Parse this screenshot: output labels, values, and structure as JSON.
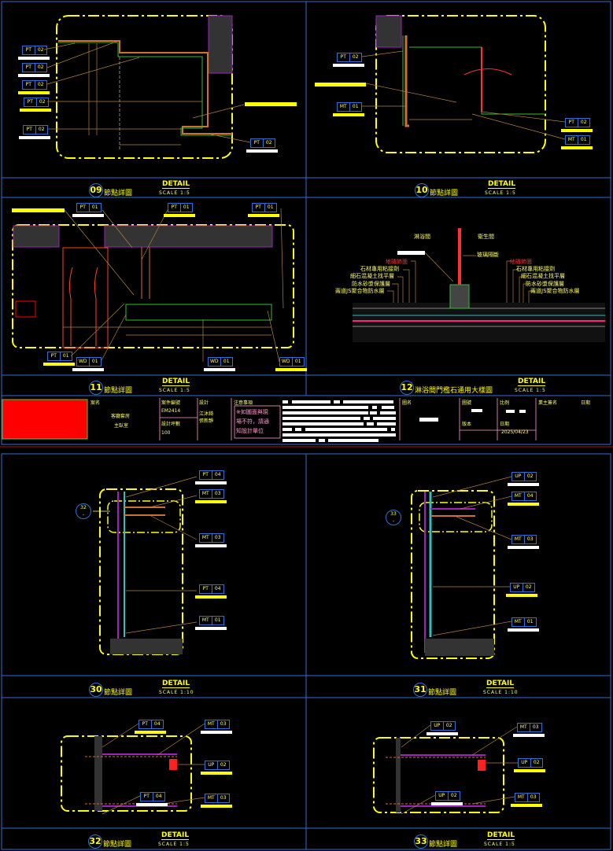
{
  "colors": {
    "background": "#000000",
    "frame": "#2f6fd6",
    "text": "#ffff00",
    "leader": "#b08040",
    "title_block": "#ff99cc",
    "logo_block": "#ff0000"
  },
  "details": [
    {
      "number": "09",
      "title": "節點詳圖",
      "detail": "DETAIL",
      "scale": "SCALE 1:5"
    },
    {
      "number": "10",
      "title": "節點詳圖",
      "detail": "DETAIL",
      "scale": "SCALE 1:5"
    },
    {
      "number": "11",
      "title": "節點詳圖",
      "detail": "DETAIL",
      "scale": "SCALE 1:5"
    },
    {
      "number": "12",
      "title": "淋浴間門檻石通用大樣圖",
      "detail": "DETAIL",
      "scale": "SCALE 1:5"
    },
    {
      "number": "30",
      "title": "節點詳圖",
      "detail": "DETAIL",
      "scale": "SCALE 1:10"
    },
    {
      "number": "31",
      "title": "節點詳圖",
      "detail": "DETAIL",
      "scale": "SCALE 1:10"
    },
    {
      "number": "32",
      "title": "節點詳圖",
      "detail": "DETAIL",
      "scale": "SCALE 1:5"
    },
    {
      "number": "33",
      "title": "節點詳圖",
      "detail": "DETAIL",
      "scale": "SCALE 1:5"
    }
  ],
  "tags": {
    "d09": [
      [
        "PT",
        "02"
      ],
      [
        "PT",
        "02"
      ],
      [
        "PT",
        "02"
      ],
      [
        "PT",
        "02"
      ],
      [
        "PT",
        "02"
      ],
      [
        "PT",
        "02"
      ]
    ],
    "d10": [
      [
        "PT",
        "02"
      ],
      [
        "MT",
        "01"
      ],
      [
        "PT",
        "02"
      ],
      [
        "MT",
        "01"
      ]
    ],
    "d11": [
      [
        "PT",
        "01"
      ],
      [
        "PT",
        "01"
      ],
      [
        "PT",
        "01"
      ],
      [
        "PT",
        "01"
      ],
      [
        "WD",
        "01"
      ],
      [
        "WD",
        "01"
      ],
      [
        "WD",
        "01"
      ]
    ],
    "d30": [
      [
        "PT",
        "04"
      ],
      [
        "MT",
        "03"
      ],
      [
        "MT",
        "03"
      ],
      [
        "PT",
        "04"
      ],
      [
        "MT",
        "01"
      ]
    ],
    "d31": [
      [
        "UP",
        "02"
      ],
      [
        "MT",
        "04"
      ],
      [
        "MT",
        "03"
      ],
      [
        "UP",
        "02"
      ],
      [
        "MT",
        "01"
      ]
    ],
    "d32": [
      [
        "PT",
        "04"
      ],
      [
        "MT",
        "03"
      ],
      [
        "UP",
        "02"
      ],
      [
        "PT",
        "04"
      ],
      [
        "MT",
        "03"
      ]
    ],
    "d33": [
      [
        "UP",
        "02"
      ],
      [
        "MT",
        "03"
      ],
      [
        "UP",
        "02"
      ],
      [
        "UP",
        "02"
      ],
      [
        "MT",
        "03"
      ]
    ]
  },
  "callouts": {
    "d30": {
      "num": "32",
      "sub": "-"
    },
    "d31": {
      "num": "33",
      "sub": "-"
    }
  },
  "d12_notes": {
    "room_left": "淋浴間",
    "room_right": "衛生間",
    "glass": "玻璃隔斷",
    "left": [
      "地磚飾面",
      "石材專用粘接劑",
      "細石混凝土找平層",
      "防水砂漿保護層",
      "兩道JS聚合物防水層"
    ],
    "right": [
      "地磚飾面",
      "石材專用粘接劑",
      "細石混凝土找平層",
      "防水砂漿保護層",
      "兩道JS聚合物防水層"
    ]
  },
  "title_block": {
    "project_label": "案名",
    "project_lines": [
      "客廳套房",
      "主臥室"
    ],
    "case_no_label": "案件編號",
    "case_no": "EM2414",
    "area_label": "設計坪數",
    "area": "100",
    "designer_label": "設計",
    "designers": [
      "江沐錡",
      "張新靜"
    ],
    "notes_label": "注意事項",
    "notes_lines": [
      "※如圖面與現",
      "場不符，請通",
      "知設計單位"
    ],
    "drawing_name_label": "圖名",
    "drawing_no_label": "圖號",
    "scale_label": "比例",
    "version_label": "版本",
    "date_label": "日期",
    "date": "2025/04/23",
    "owner_sign_label": "業主簽名",
    "owner_date_label": "日期"
  }
}
